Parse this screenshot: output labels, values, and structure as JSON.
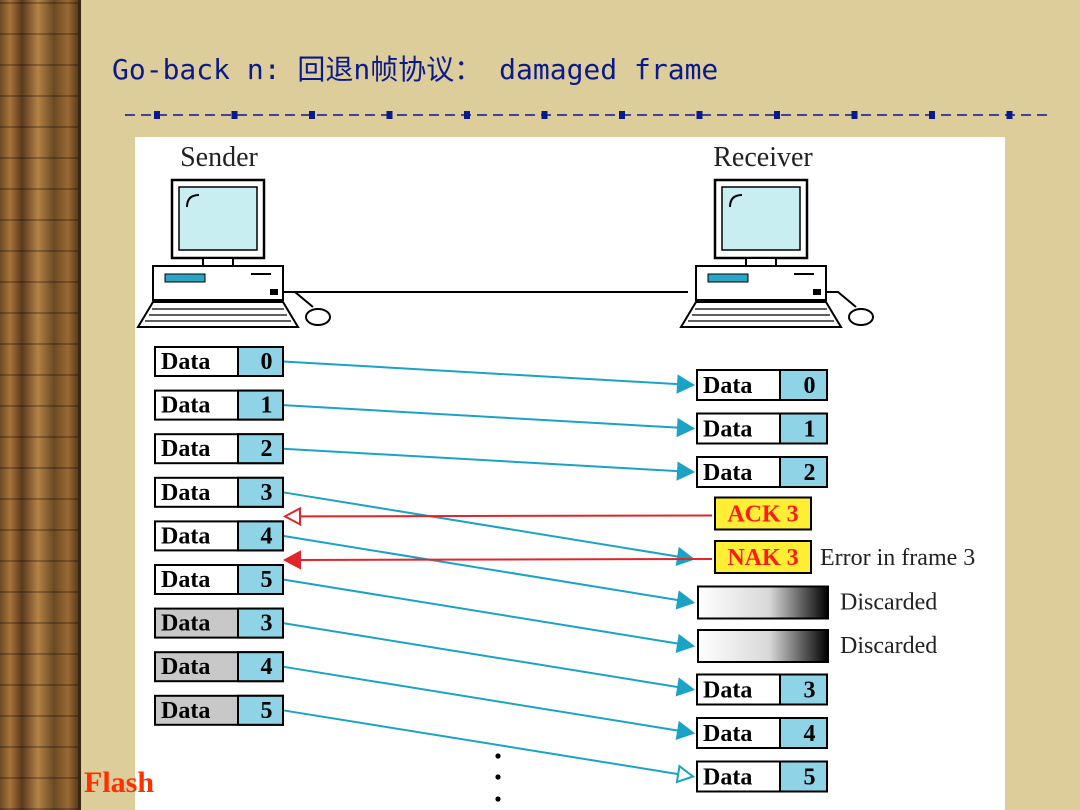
{
  "slide": {
    "title": "Go-back n: 回退n帧协议： damaged frame",
    "flash_link": "Flash"
  },
  "colors": {
    "background": "#dccd9b",
    "title": "#0b1a8a",
    "data_arrow": "#1aa3c4",
    "control_arrow": "#e0252b",
    "control_box": "#ffee33",
    "control_text": "#ff1a1a",
    "resent_frame": "#c8c8c8"
  },
  "diagram": {
    "sender_label": "Sender",
    "receiver_label": "Receiver",
    "sender_icon": "desktop-computer-icon",
    "receiver_icon": "desktop-computer-icon",
    "sender_frames": [
      {
        "label": "Data",
        "seq": "0",
        "resent": false
      },
      {
        "label": "Data",
        "seq": "1",
        "resent": false
      },
      {
        "label": "Data",
        "seq": "2",
        "resent": false
      },
      {
        "label": "Data",
        "seq": "3",
        "resent": false
      },
      {
        "label": "Data",
        "seq": "4",
        "resent": false
      },
      {
        "label": "Data",
        "seq": "5",
        "resent": false
      },
      {
        "label": "Data",
        "seq": "3",
        "resent": true
      },
      {
        "label": "Data",
        "seq": "4",
        "resent": true
      },
      {
        "label": "Data",
        "seq": "5",
        "resent": true
      }
    ],
    "receiver_items": [
      {
        "kind": "frame",
        "label": "Data",
        "seq": "0",
        "note": ""
      },
      {
        "kind": "frame",
        "label": "Data",
        "seq": "1",
        "note": ""
      },
      {
        "kind": "frame",
        "label": "Data",
        "seq": "2",
        "note": ""
      },
      {
        "kind": "control",
        "label": "ACK 3",
        "note": ""
      },
      {
        "kind": "control",
        "label": "NAK 3",
        "note": "Error in frame 3"
      },
      {
        "kind": "discarded",
        "note": "Discarded"
      },
      {
        "kind": "discarded",
        "note": "Discarded"
      },
      {
        "kind": "frame",
        "label": "Data",
        "seq": "3",
        "note": ""
      },
      {
        "kind": "frame",
        "label": "Data",
        "seq": "4",
        "note": ""
      },
      {
        "kind": "frame",
        "label": "Data",
        "seq": "5",
        "note": ""
      }
    ],
    "transmissions": [
      {
        "type": "data",
        "from": 0,
        "to": 0
      },
      {
        "type": "data",
        "from": 1,
        "to": 1
      },
      {
        "type": "data",
        "from": 2,
        "to": 2
      },
      {
        "type": "data",
        "from": 3,
        "to": 4
      },
      {
        "type": "data",
        "from": 4,
        "to": 5
      },
      {
        "type": "data",
        "from": 5,
        "to": 6
      },
      {
        "type": "data",
        "from": 6,
        "to": 7
      },
      {
        "type": "data",
        "from": 7,
        "to": 8
      },
      {
        "type": "data",
        "from": 8,
        "to": 9,
        "open_head": true
      },
      {
        "type": "control",
        "from": 3,
        "to": 4,
        "open_head": true
      },
      {
        "type": "control",
        "from": 4,
        "to": 5
      }
    ]
  }
}
